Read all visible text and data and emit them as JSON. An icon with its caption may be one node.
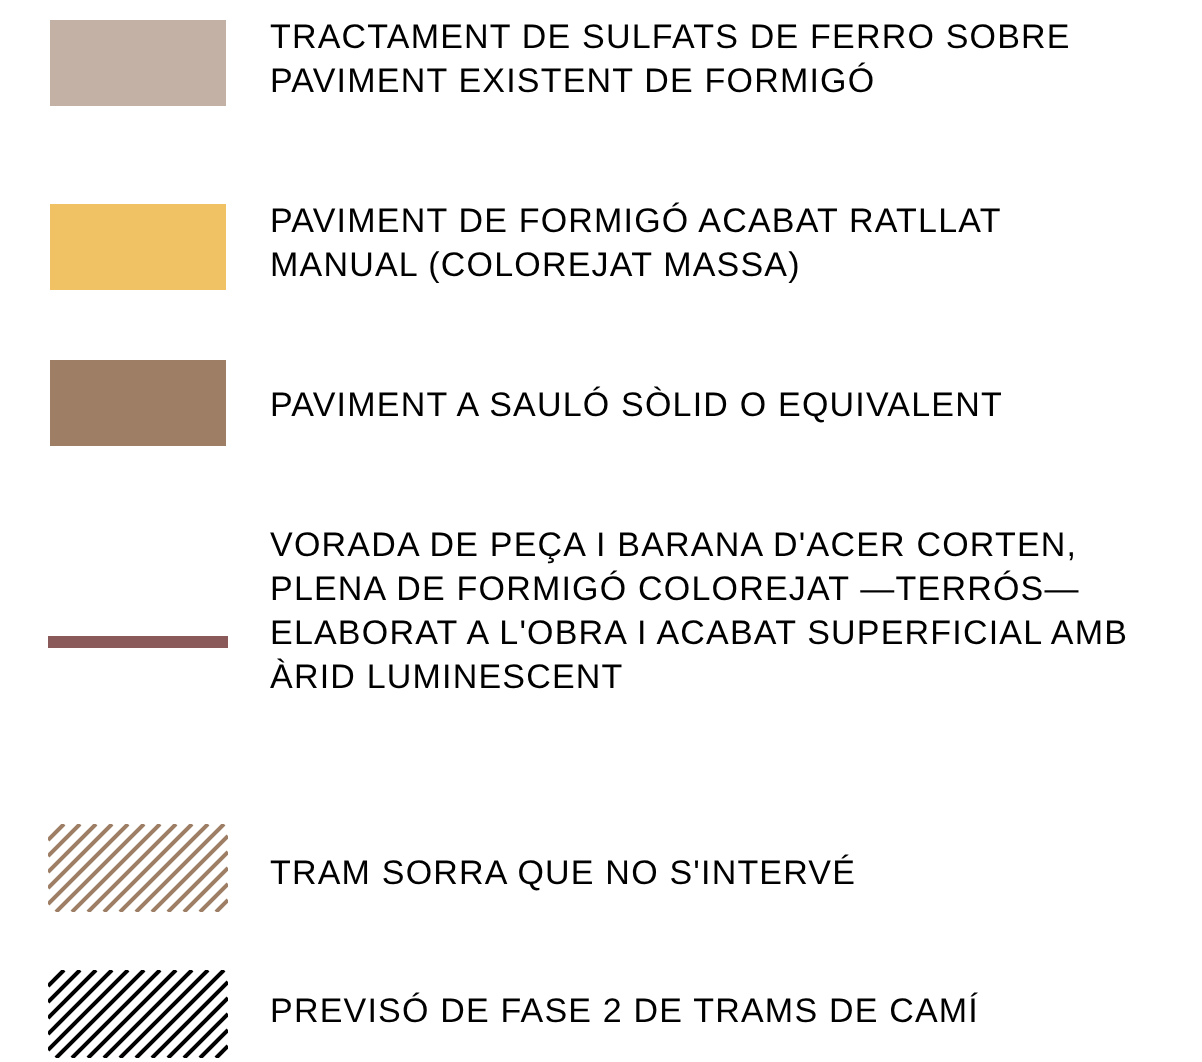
{
  "diagram": {
    "legend": [
      {
        "text": "TRACTAMENT DE SULFATS DE FERRO SOBRE PAVIMENT EXISTENT DE FORMIGÓ",
        "color": "#c4b1a5"
      },
      {
        "text": "PAVIMENT DE FORMIGÓ ACABAT RATLLAT MANUAL (COLOREJAT MASSA)",
        "color": "#f0c264"
      },
      {
        "text": "PAVIMENT A SAULÓ SÒLID O EQUIVALENT",
        "color": "#9e7f66"
      },
      {
        "text": "VORADA DE PEÇA I BARANA D'ACER CORTEN, PLENA DE FORMIGÓ COLOREJAT —TERRÓS— ELABORAT A L'OBRA I ACABAT SUPERFICIAL AMB ÀRID LUMINESCENT"
      },
      {
        "text": "TRAM SORRA QUE NO S'INTERVÉ"
      },
      {
        "text": "PREVISÓ DE FASE 2 DE TRAMS DE CAMÍ"
      }
    ]
  }
}
